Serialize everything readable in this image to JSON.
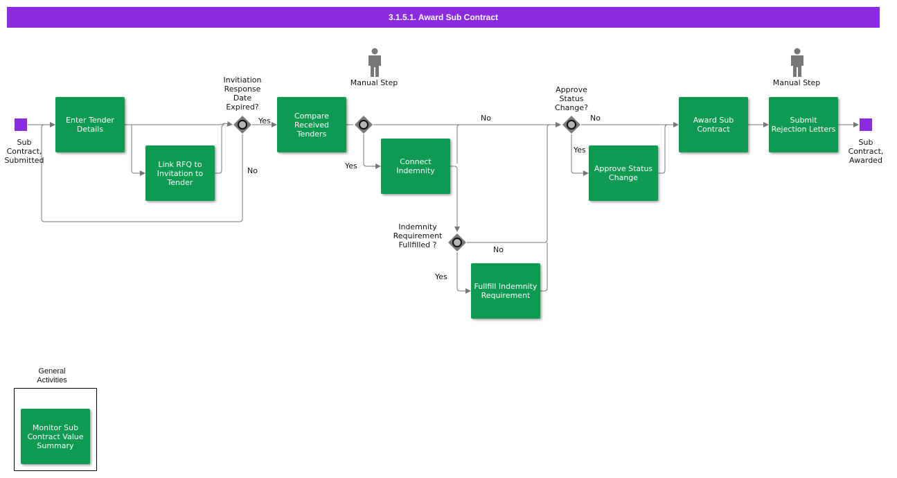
{
  "title": "3.1.5.1. Award Sub Contract",
  "colors": {
    "header": "#8a2be2",
    "task": "#0e9a50",
    "event": "#8a2be2",
    "gateway": "#7a7a7a",
    "line": "#777777"
  },
  "events": {
    "start": "Sub\nContract,\nSubmitted",
    "end": "Sub\nContract,\nAwarded"
  },
  "tasks": {
    "enter_tender_details": "Enter Tender\nDetails",
    "link_rfq": "Link RFQ to\nInvitation to\nTender",
    "compare_tenders": "Compare\nReceived\nTenders",
    "connect_indemnity": "Connect\nIndemnity",
    "fulfill_indemnity": "Fullfill Indemnity\nRequirement",
    "approve_status_change": "Approve Status\nChange",
    "award_sub_contract": "Award Sub\nContract",
    "submit_rejection": "Submit\nRejection Letters",
    "monitor_summary": "Monitor Sub\nContract Value\nSummary"
  },
  "gateways": {
    "invitation_expired": "Invitiation\nResponse\nDate\nExpired?",
    "approve_status": "Approve\nStatus\nChange?",
    "indemnity_fulfilled": "Indemnity\nRequirement\nFullfilled ?"
  },
  "manual_step": "Manual Step",
  "edge_labels": {
    "yes": "Yes",
    "no": "No"
  },
  "group_title": "General\nActivities",
  "icons": {
    "person": "person-icon",
    "gateway": "gateway-circle-icon"
  }
}
